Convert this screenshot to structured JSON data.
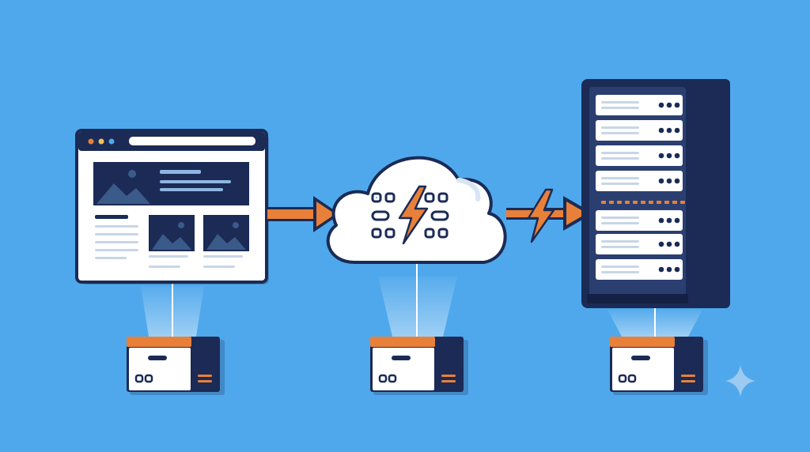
{
  "diagram": {
    "nodes": [
      {
        "id": "web-page",
        "kind": "browser-window",
        "icon": "browser-icon"
      },
      {
        "id": "cloud",
        "kind": "cloud-service",
        "icon": "cloud-lightning-icon"
      },
      {
        "id": "server",
        "kind": "server-rack",
        "icon": "server-rack-icon"
      }
    ],
    "edges": [
      {
        "from": "web-page",
        "to": "cloud",
        "icon": "arrow-right-icon"
      },
      {
        "from": "cloud",
        "to": "server",
        "icon": "lightning-arrow-icon"
      }
    ],
    "storage_boxes": [
      "box-icon",
      "box-icon",
      "box-icon"
    ],
    "decoration": "sparkle-icon"
  },
  "colors": {
    "background": "#4fa8ec",
    "navy": "#1b2b55",
    "accent_orange": "#e8803a",
    "white": "#ffffff",
    "light_line": "#c8d6e6",
    "traffic_dots": [
      "#e8803a",
      "#f2c14e",
      "#4fa8ec"
    ]
  }
}
